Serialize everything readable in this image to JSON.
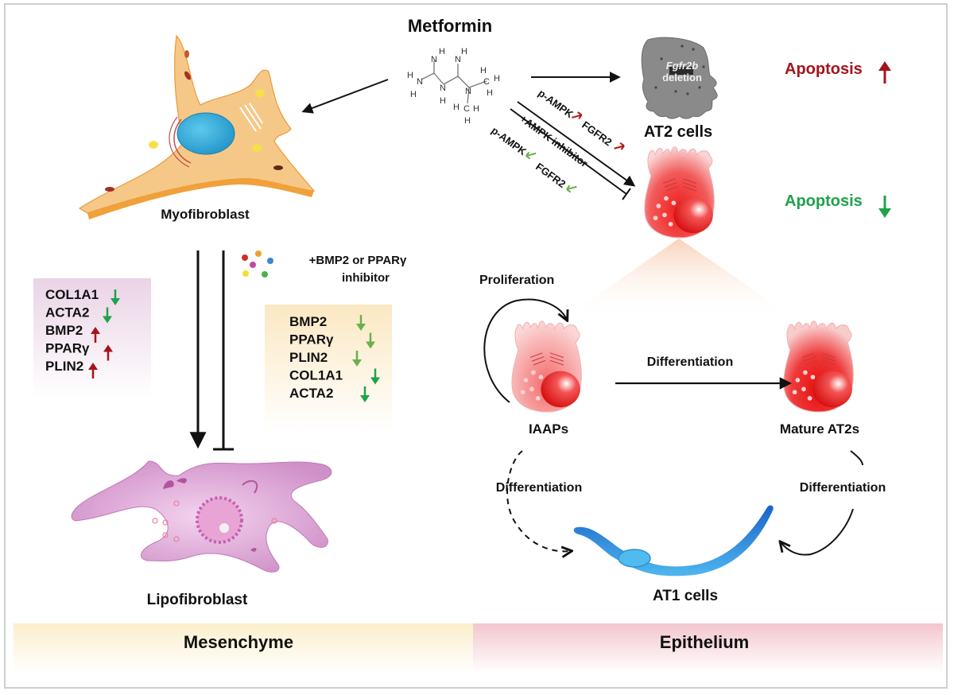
{
  "title": "Metformin",
  "colors": {
    "up_red": "#a5141b",
    "down_green": "#1ea34a",
    "down_green_light": "#6ab04c",
    "at2_red": "#e8202a",
    "at1_blue": "#2b7fd4",
    "myofibroblast": "#f6c887",
    "lipofibroblast": "#d9a0d2",
    "mesenchyme_band": "#fbeecb",
    "epithelium_band": "#f5cdd3"
  },
  "molecule": {
    "name": "metformin-structure",
    "atoms": [
      "H",
      "N",
      "H",
      "H",
      "N",
      "H",
      "N",
      "H",
      "N",
      "H",
      "N",
      "H",
      "C",
      "H",
      "H",
      "H",
      "C",
      "H",
      "H"
    ]
  },
  "mesenchyme": {
    "myofibroblast_label": "Myofibroblast",
    "lipofibroblast_label": "Lipofibroblast",
    "treatment_label_line1": "+BMP2 or PPARγ",
    "treatment_label_line2": "inhibitor",
    "metformin_effects": [
      {
        "gene": "COL1A1",
        "direction": "down"
      },
      {
        "gene": "ACTA2",
        "direction": "down"
      },
      {
        "gene": "BMP2",
        "direction": "up"
      },
      {
        "gene": "PPARγ",
        "direction": "up"
      },
      {
        "gene": "PLIN2",
        "direction": "up"
      }
    ],
    "inhibitor_effects": [
      {
        "gene": "BMP2",
        "direction": "down"
      },
      {
        "gene": "PPARγ",
        "direction": "down"
      },
      {
        "gene": "PLIN2",
        "direction": "down"
      },
      {
        "gene": "COL1A1",
        "direction": "down"
      },
      {
        "gene": "ACTA2",
        "direction": "down"
      }
    ]
  },
  "epithelium": {
    "at2_deletion_line1": "Fgfr2b",
    "at2_deletion_line2": "deletion",
    "at2_cells_label": "AT2 cells",
    "apoptosis_up_label": "Apoptosis",
    "apoptosis_down_label": "Apoptosis",
    "pathway_upper_text1": "p-AMPK",
    "pathway_upper_text2": "FGFR2",
    "pathway_inhibitor_text": "+AMPK inhibitor",
    "pathway_lower_text1": "p-AMPK",
    "pathway_lower_text2": "FGFR2",
    "proliferation_label": "Proliferation",
    "iaaps_label": "IAAPs",
    "mature_at2_label": "Mature AT2s",
    "differentiation_main": "Differentiation",
    "differentiation_left": "Differentiation",
    "differentiation_right": "Differentiation",
    "at1_label": "AT1 cells"
  },
  "bands": {
    "left": "Mesenchyme",
    "right": "Epithelium"
  }
}
